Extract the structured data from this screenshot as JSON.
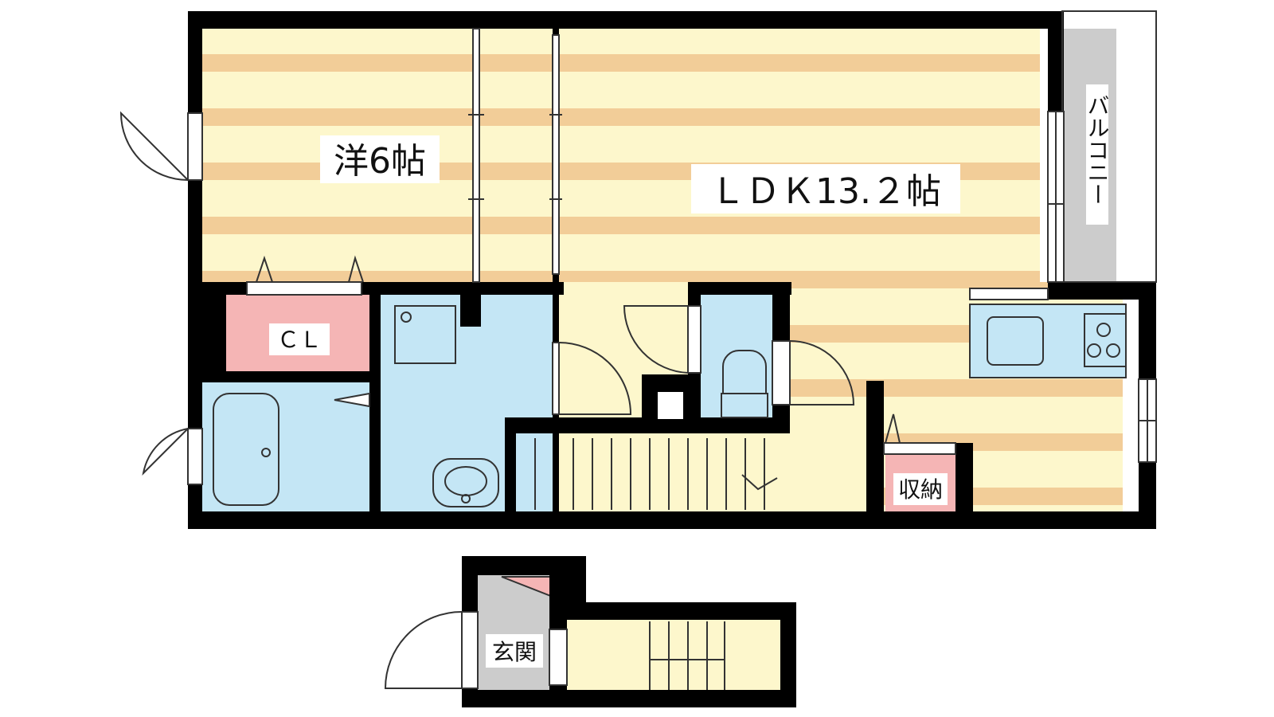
{
  "labels": {
    "western_room": "洋6帖",
    "ldk": "ＬＤＫ13.２帖",
    "balcony": "バルコニー",
    "closet": "ＣＬ",
    "storage": "収納",
    "entrance": "玄関"
  },
  "colors": {
    "wall": "#000000",
    "floor_stripe": "#f2cd98",
    "floor_base": "#fdf7cc",
    "wet_area": "#c4e6f5",
    "closet": "#f5b5b5",
    "balcony": "#cccccc",
    "entrance": "#cccccc",
    "stairs": "#fdf7cc"
  }
}
